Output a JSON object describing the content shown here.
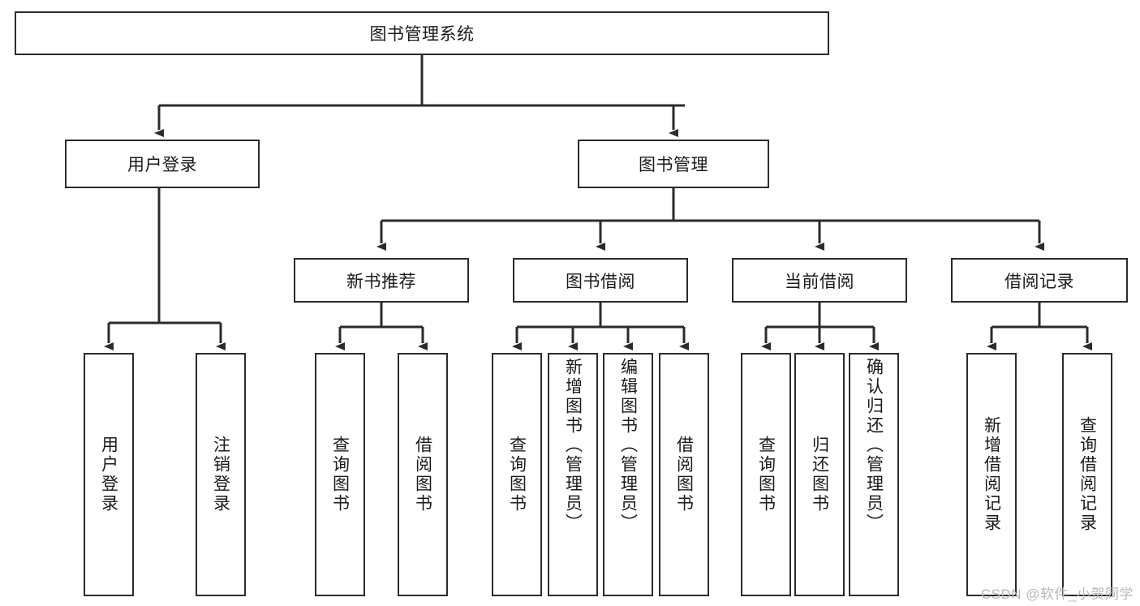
{
  "diagram": {
    "type": "tree-hierarchy",
    "title": "图书管理系统",
    "watermark": "CSDN @软件_小贺同学",
    "colors": {
      "stroke": "#2b2b2b",
      "fill": "#ffffff",
      "text": "#1a1a1a",
      "watermark": "#b8b8b8"
    },
    "root": {
      "id": "root",
      "label": "图书管理系统"
    },
    "level2": [
      {
        "id": "user-login",
        "label": "用户登录"
      },
      {
        "id": "book-manage",
        "label": "图书管理"
      }
    ],
    "level3": [
      {
        "id": "new-book-rec",
        "label": "新书推荐"
      },
      {
        "id": "book-borrow",
        "label": "图书借阅"
      },
      {
        "id": "current-borrow",
        "label": "当前借阅"
      },
      {
        "id": "borrow-record",
        "label": "借阅记录"
      }
    ],
    "leaves": {
      "user_login": [
        {
          "id": "leaf-user-login",
          "label": "用户登录"
        },
        {
          "id": "leaf-logout",
          "label": "注销登录"
        }
      ],
      "new_book_rec": [
        {
          "id": "leaf-query-book-1",
          "label": "查询图书"
        },
        {
          "id": "leaf-borrow-book-1",
          "label": "借阅图书"
        }
      ],
      "book_borrow": [
        {
          "id": "leaf-query-book-2",
          "label": "查询图书"
        },
        {
          "id": "leaf-add-book",
          "label": "新增图书（管理员）"
        },
        {
          "id": "leaf-edit-book",
          "label": "编辑图书（管理员）"
        },
        {
          "id": "leaf-borrow-book-2",
          "label": "借阅图书"
        }
      ],
      "current_borrow": [
        {
          "id": "leaf-query-book-3",
          "label": "查询图书"
        },
        {
          "id": "leaf-return-book",
          "label": "归还图书"
        },
        {
          "id": "leaf-confirm-return",
          "label": "确认归还（管理员）"
        }
      ],
      "borrow_record": [
        {
          "id": "leaf-add-record",
          "label": "新增借阅记录"
        },
        {
          "id": "leaf-query-record",
          "label": "查询借阅记录"
        }
      ]
    }
  }
}
